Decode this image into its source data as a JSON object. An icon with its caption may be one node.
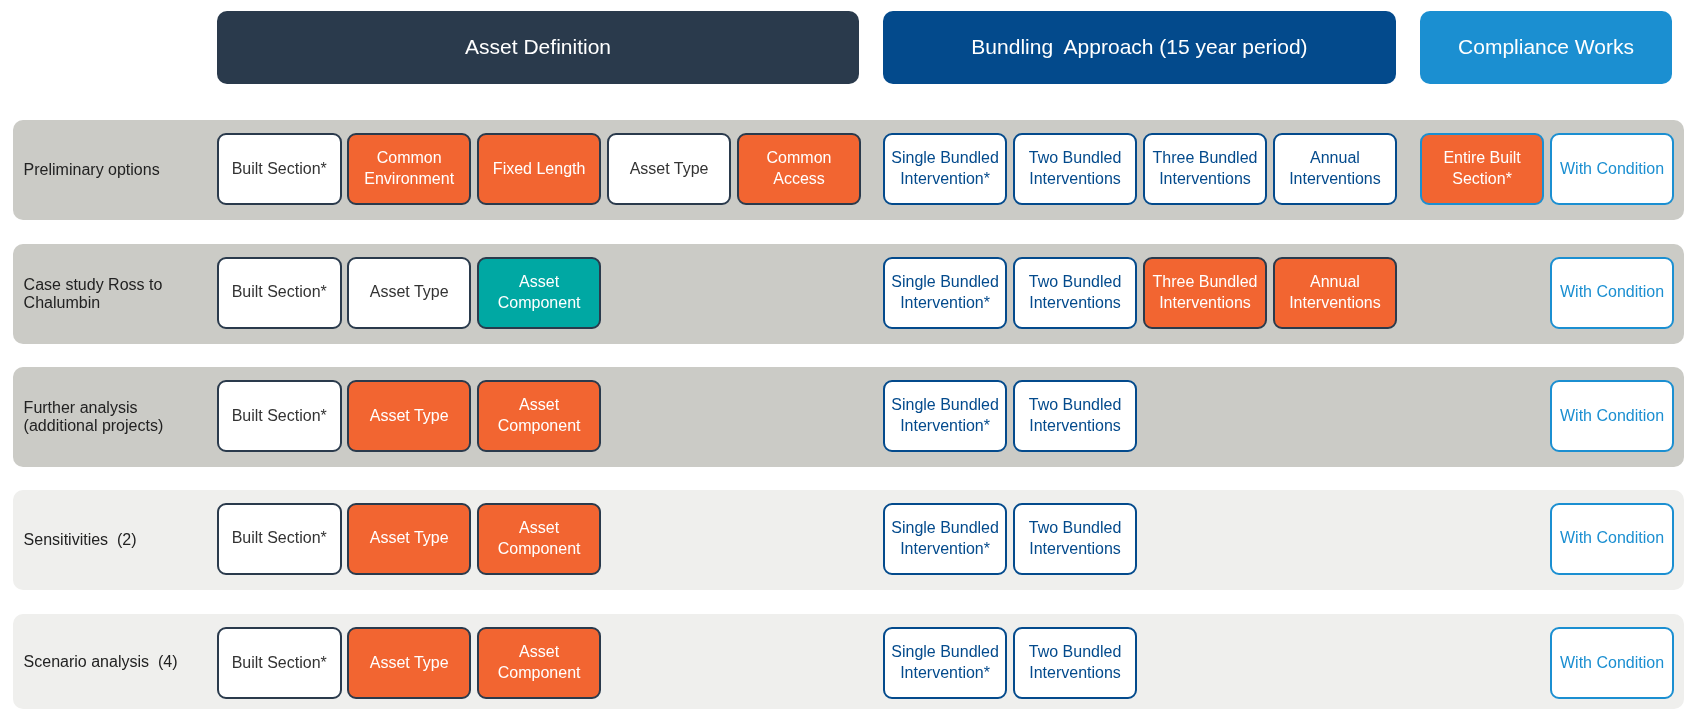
{
  "diagram": {
    "nodes": [
      {
        "text": [
          "Asset Definition"
        ]
      },
      {
        "text": [
          "Bundling  Approach (15 year period)"
        ]
      },
      {
        "text": [
          "Compliance Works"
        ]
      },
      {
        "text": [
          "Preliminary options"
        ]
      },
      {
        "text": [
          "Built Section*"
        ],
        "in": 3
      },
      {
        "text": [
          "Common Environment"
        ],
        "in": 3
      },
      {
        "text": [
          "Fixed Length"
        ],
        "in": 3
      },
      {
        "text": [
          "Asset Type"
        ],
        "in": 3
      },
      {
        "text": [
          "Common Access"
        ],
        "in": 3
      },
      {
        "text": [
          "Single Bundled Intervention*"
        ],
        "in": 3
      },
      {
        "text": [
          "Two Bundled Interventions"
        ],
        "in": 3
      },
      {
        "text": [
          "Three Bundled Interventions"
        ],
        "in": 3
      },
      {
        "text": [
          "Annual Interventions"
        ],
        "in": 3
      },
      {
        "text": [
          "Entire Built Section*"
        ],
        "in": 3
      },
      {
        "text": [
          "With Condition"
        ],
        "in": 3
      },
      {
        "text": [
          "Case study Ross to Chalumbin"
        ]
      },
      {
        "text": [
          "Built Section*"
        ],
        "in": 15
      },
      {
        "text": [
          "Asset Type"
        ],
        "in": 15
      },
      {
        "text": [
          "Asset Component"
        ],
        "in": 15
      },
      {
        "text": [
          "Single Bundled Intervention*"
        ],
        "in": 15
      },
      {
        "text": [
          "Two Bundled Interventions"
        ],
        "in": 15
      },
      {
        "text": [
          "Three Bundled Interventions"
        ],
        "in": 15
      },
      {
        "text": [
          "Annual Interventions"
        ],
        "in": 15
      },
      {
        "text": [
          "With Condition"
        ],
        "in": 15
      },
      {
        "text": [
          "Further analysis (additional projects)"
        ]
      },
      {
        "text": [
          "Built Section*"
        ],
        "in": 24
      },
      {
        "text": [
          "Asset Type"
        ],
        "in": 24
      },
      {
        "text": [
          "Asset Component"
        ],
        "in": 24
      },
      {
        "text": [
          "Single Bundled Intervention*"
        ],
        "in": 24
      },
      {
        "text": [
          "Two Bundled Interventions"
        ],
        "in": 24
      },
      {
        "text": [
          "With Condition"
        ],
        "in": 24
      },
      {
        "text": [
          "Sensitivities  (2)"
        ]
      },
      {
        "text": [
          "Built Section*"
        ],
        "in": 31
      },
      {
        "text": [
          "Asset Type"
        ],
        "in": 31
      },
      {
        "text": [
          "Asset Component"
        ],
        "in": 31
      },
      {
        "text": [
          "Single Bundled Intervention*"
        ],
        "in": 31
      },
      {
        "text": [
          "Two Bundled Interventions"
        ],
        "in": 31
      },
      {
        "text": [
          "With Condition"
        ],
        "in": 31
      },
      {
        "text": [
          "Scenario analysis  (4)"
        ]
      },
      {
        "text": [
          "Built Section*"
        ],
        "in": 38
      },
      {
        "text": [
          "Asset Type"
        ],
        "in": 38
      },
      {
        "text": [
          "Asset Component"
        ],
        "in": 38
      },
      {
        "text": [
          "Single Bundled Intervention*"
        ],
        "in": 38
      },
      {
        "text": [
          "Two Bundled Interventions"
        ],
        "in": 38
      },
      {
        "text": [
          "With Condition"
        ],
        "in": 38
      }
    ]
  }
}
